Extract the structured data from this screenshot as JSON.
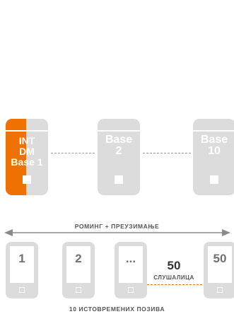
{
  "bases": [
    {
      "line1": "INT",
      "line2": "DM",
      "line3": "Base 1"
    },
    {
      "line1": "Base",
      "line2": "2"
    },
    {
      "line1": "Base",
      "line2": "10"
    }
  ],
  "roaming_label": "РОМИНГ + ПРЕУЗИМАЊЕ",
  "handsets": [
    "1",
    "2",
    "...",
    "50"
  ],
  "handset_count": {
    "number": "50",
    "label": "СЛУШАЛИЦА"
  },
  "calls_label": "10 ИСТОВРЕМЕНИХ ПОЗИВА",
  "colors": {
    "accent": "#ee7102",
    "device": "#dcdcdc",
    "text": "#555555"
  }
}
